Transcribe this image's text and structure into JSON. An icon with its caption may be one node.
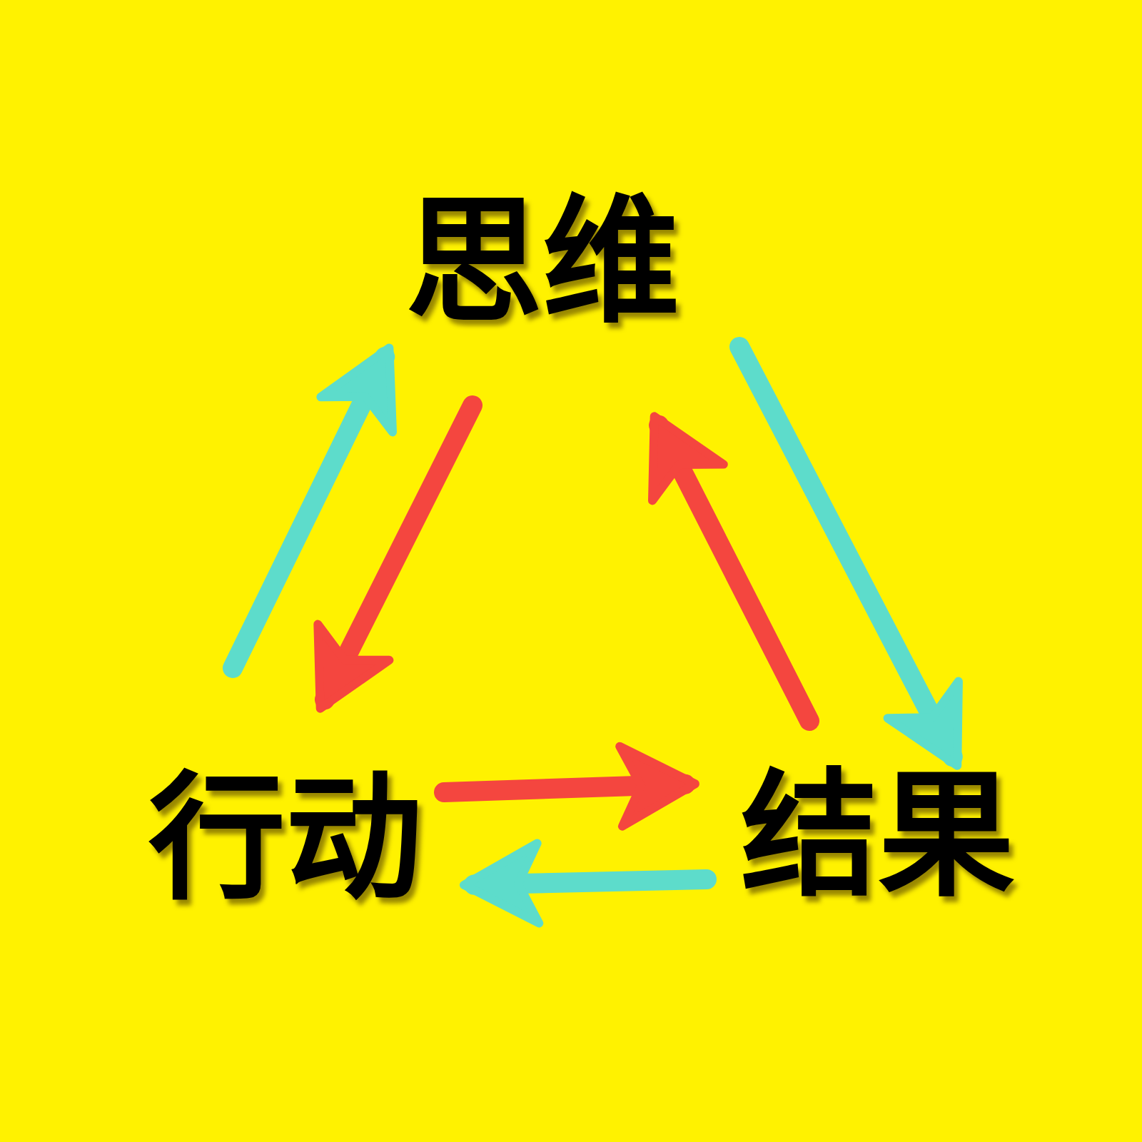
{
  "diagram": {
    "nodes": [
      {
        "text": [
          "思维"
        ]
      },
      {
        "text": [
          "行动"
        ]
      },
      {
        "text": [
          "结果"
        ]
      }
    ],
    "edges": [
      {
        "from": 1,
        "to": 0,
        "arrow": "to",
        "color": "#5ddccb"
      },
      {
        "from": 0,
        "to": 1,
        "arrow": "to",
        "color": "#f4463f"
      },
      {
        "from": 2,
        "to": 0,
        "arrow": "to",
        "color": "#f4463f"
      },
      {
        "from": 0,
        "to": 2,
        "arrow": "to",
        "color": "#5ddccb"
      },
      {
        "from": 1,
        "to": 2,
        "arrow": "to",
        "color": "#f4463f"
      },
      {
        "from": 2,
        "to": 1,
        "arrow": "to",
        "color": "#5ddccb"
      }
    ]
  }
}
